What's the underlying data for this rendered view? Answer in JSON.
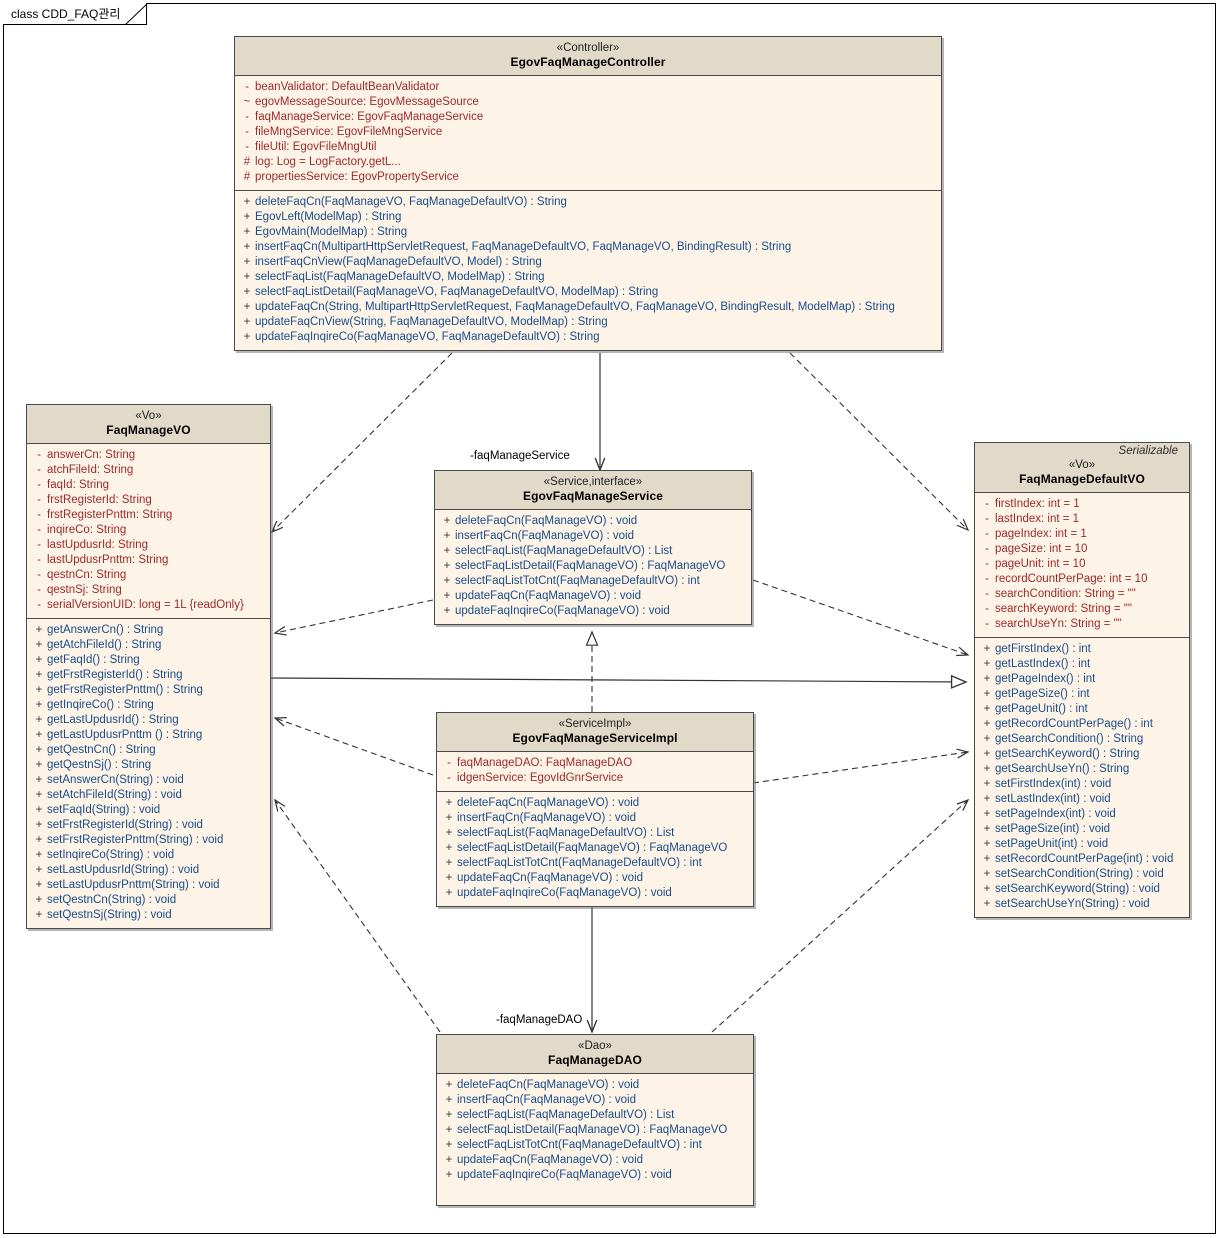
{
  "frame": {
    "label": "class CDD_FAQ관리"
  },
  "classes": {
    "controller": {
      "stereotype": "«Controller»",
      "name": "EgovFaqManageController",
      "attributes": [
        {
          "vis": "-",
          "text": "beanValidator:  DefaultBeanValidator"
        },
        {
          "vis": "~",
          "text": "egovMessageSource:  EgovMessageSource"
        },
        {
          "vis": "-",
          "text": "faqManageService:  EgovFaqManageService"
        },
        {
          "vis": "-",
          "text": "fileMngService:  EgovFileMngService"
        },
        {
          "vis": "-",
          "text": "fileUtil:  EgovFileMngUtil"
        },
        {
          "vis": "#",
          "text": "log:  Log = LogFactory.getL..."
        },
        {
          "vis": "#",
          "text": "propertiesService:  EgovPropertyService"
        }
      ],
      "operations": [
        {
          "vis": "+",
          "text": "deleteFaqCn(FaqManageVO, FaqManageDefaultVO) : String"
        },
        {
          "vis": "+",
          "text": "EgovLeft(ModelMap) : String"
        },
        {
          "vis": "+",
          "text": "EgovMain(ModelMap) : String"
        },
        {
          "vis": "+",
          "text": "insertFaqCn(MultipartHttpServletRequest, FaqManageDefaultVO, FaqManageVO, BindingResult) : String"
        },
        {
          "vis": "+",
          "text": "insertFaqCnView(FaqManageDefaultVO, Model) : String"
        },
        {
          "vis": "+",
          "text": "selectFaqList(FaqManageDefaultVO, ModelMap) : String"
        },
        {
          "vis": "+",
          "text": "selectFaqListDetail(FaqManageVO, FaqManageDefaultVO, ModelMap) : String"
        },
        {
          "vis": "+",
          "text": "updateFaqCn(String, MultipartHttpServletRequest, FaqManageDefaultVO, FaqManageVO, BindingResult, ModelMap) : String"
        },
        {
          "vis": "+",
          "text": "updateFaqCnView(String, FaqManageDefaultVO, ModelMap) : String"
        },
        {
          "vis": "+",
          "text": "updateFaqInqireCo(FaqManageVO, FaqManageDefaultVO) : String"
        }
      ]
    },
    "vo": {
      "stereotype": "«Vo»",
      "name": "FaqManageVO",
      "attributes": [
        {
          "vis": "-",
          "text": "answerCn:  String"
        },
        {
          "vis": "-",
          "text": "atchFileId:  String"
        },
        {
          "vis": "-",
          "text": "faqId:  String"
        },
        {
          "vis": "-",
          "text": "frstRegisterId:  String"
        },
        {
          "vis": "-",
          "text": "frstRegisterPnttm:  String"
        },
        {
          "vis": "-",
          "text": "inqireCo:  String"
        },
        {
          "vis": "-",
          "text": "lastUpdusrId:  String"
        },
        {
          "vis": "-",
          "text": "lastUpdusrPnttm:  String"
        },
        {
          "vis": "-",
          "text": "qestnCn:  String"
        },
        {
          "vis": "-",
          "text": "qestnSj:  String"
        },
        {
          "vis": "-",
          "text": "serialVersionUID:  long = 1L {readOnly}"
        }
      ],
      "operations": [
        {
          "vis": "+",
          "text": "getAnswerCn() : String"
        },
        {
          "vis": "+",
          "text": "getAtchFileId() : String"
        },
        {
          "vis": "+",
          "text": "getFaqId() : String"
        },
        {
          "vis": "+",
          "text": "getFrstRegisterId() : String"
        },
        {
          "vis": "+",
          "text": "getFrstRegisterPnttm() : String"
        },
        {
          "vis": "+",
          "text": "getInqireCo() : String"
        },
        {
          "vis": "+",
          "text": "getLastUpdusrId() : String"
        },
        {
          "vis": "+",
          "text": "getLastUpdusrPnttm () : String"
        },
        {
          "vis": "+",
          "text": "getQestnCn() : String"
        },
        {
          "vis": "+",
          "text": "getQestnSj() : String"
        },
        {
          "vis": "+",
          "text": "setAnswerCn(String) : void"
        },
        {
          "vis": "+",
          "text": "setAtchFileId(String) : void"
        },
        {
          "vis": "+",
          "text": "setFaqId(String) : void"
        },
        {
          "vis": "+",
          "text": "setFrstRegisterId(String) : void"
        },
        {
          "vis": "+",
          "text": "setFrstRegisterPnttm(String) : void"
        },
        {
          "vis": "+",
          "text": "setInqireCo(String) : void"
        },
        {
          "vis": "+",
          "text": "setLastUpdusrId(String) : void"
        },
        {
          "vis": "+",
          "text": "setLastUpdusrPnttm(String) : void"
        },
        {
          "vis": "+",
          "text": "setQestnCn(String) : void"
        },
        {
          "vis": "+",
          "text": "setQestnSj(String) : void"
        }
      ]
    },
    "service": {
      "stereotype": "«Service,interface»",
      "name": "EgovFaqManageService",
      "operations": [
        {
          "vis": "+",
          "text": "deleteFaqCn(FaqManageVO) : void"
        },
        {
          "vis": "+",
          "text": "insertFaqCn(FaqManageVO) : void"
        },
        {
          "vis": "+",
          "text": "selectFaqList(FaqManageDefaultVO) : List"
        },
        {
          "vis": "+",
          "text": "selectFaqListDetail(FaqManageVO) : FaqManageVO"
        },
        {
          "vis": "+",
          "text": "selectFaqListTotCnt(FaqManageDefaultVO) : int"
        },
        {
          "vis": "+",
          "text": "updateFaqCn(FaqManageVO) : void"
        },
        {
          "vis": "+",
          "text": "updateFaqInqireCo(FaqManageVO) : void"
        }
      ]
    },
    "serviceimpl": {
      "stereotype": "«ServiceImpl»",
      "name": "EgovFaqManageServiceImpl",
      "attributes": [
        {
          "vis": "-",
          "text": "faqManageDAO:  FaqManageDAO"
        },
        {
          "vis": "-",
          "text": "idgenService:  EgovIdGnrService"
        }
      ],
      "operations": [
        {
          "vis": "+",
          "text": "deleteFaqCn(FaqManageVO) : void"
        },
        {
          "vis": "+",
          "text": "insertFaqCn(FaqManageVO) : void"
        },
        {
          "vis": "+",
          "text": "selectFaqList(FaqManageDefaultVO) : List"
        },
        {
          "vis": "+",
          "text": "selectFaqListDetail(FaqManageVO) : FaqManageVO"
        },
        {
          "vis": "+",
          "text": "selectFaqListTotCnt(FaqManageDefaultVO) : int"
        },
        {
          "vis": "+",
          "text": "updateFaqCn(FaqManageVO) : void"
        },
        {
          "vis": "+",
          "text": "updateFaqInqireCo(FaqManageVO) : void"
        }
      ]
    },
    "dao": {
      "stereotype": "«Dao»",
      "name": "FaqManageDAO",
      "operations": [
        {
          "vis": "+",
          "text": "deleteFaqCn(FaqManageVO) : void"
        },
        {
          "vis": "+",
          "text": "insertFaqCn(FaqManageVO) : void"
        },
        {
          "vis": "+",
          "text": "selectFaqList(FaqManageDefaultVO) : List"
        },
        {
          "vis": "+",
          "text": "selectFaqListDetail(FaqManageVO) : FaqManageVO"
        },
        {
          "vis": "+",
          "text": "selectFaqListTotCnt(FaqManageDefaultVO) : int"
        },
        {
          "vis": "+",
          "text": "updateFaqCn(FaqManageVO) : void"
        },
        {
          "vis": "+",
          "text": "updateFaqInqireCo(FaqManageVO) : void"
        }
      ]
    },
    "defaultvo": {
      "tagline": "Serializable",
      "stereotype": "«Vo»",
      "name": "FaqManageDefaultVO",
      "attributes": [
        {
          "vis": "-",
          "text": "firstIndex:  int = 1"
        },
        {
          "vis": "-",
          "text": "lastIndex:  int = 1"
        },
        {
          "vis": "-",
          "text": "pageIndex:  int = 1"
        },
        {
          "vis": "-",
          "text": "pageSize:  int = 10"
        },
        {
          "vis": "-",
          "text": "pageUnit:  int = 10"
        },
        {
          "vis": "-",
          "text": "recordCountPerPage:  int = 10"
        },
        {
          "vis": "-",
          "text": "searchCondition:  String = \"\""
        },
        {
          "vis": "-",
          "text": "searchKeyword:  String = \"\""
        },
        {
          "vis": "-",
          "text": "searchUseYn:  String = \"\""
        }
      ],
      "operations": [
        {
          "vis": "+",
          "text": "getFirstIndex() : int"
        },
        {
          "vis": "+",
          "text": "getLastIndex() : int"
        },
        {
          "vis": "+",
          "text": "getPageIndex() : int"
        },
        {
          "vis": "+",
          "text": "getPageSize() : int"
        },
        {
          "vis": "+",
          "text": "getPageUnit() : int"
        },
        {
          "vis": "+",
          "text": "getRecordCountPerPage() : int"
        },
        {
          "vis": "+",
          "text": "getSearchCondition() : String"
        },
        {
          "vis": "+",
          "text": "getSearchKeyword() : String"
        },
        {
          "vis": "+",
          "text": "getSearchUseYn() : String"
        },
        {
          "vis": "+",
          "text": "setFirstIndex(int) : void"
        },
        {
          "vis": "+",
          "text": "setLastIndex(int) : void"
        },
        {
          "vis": "+",
          "text": "setPageIndex(int) : void"
        },
        {
          "vis": "+",
          "text": "setPageSize(int) : void"
        },
        {
          "vis": "+",
          "text": "setPageUnit(int) : void"
        },
        {
          "vis": "+",
          "text": "setRecordCountPerPage(int) : void"
        },
        {
          "vis": "+",
          "text": "setSearchCondition(String) : void"
        },
        {
          "vis": "+",
          "text": "setSearchKeyword(String) : void"
        },
        {
          "vis": "+",
          "text": "setSearchUseYn(String) : void"
        }
      ]
    }
  },
  "edges": {
    "faq_manage_service_label": "-faqManageService",
    "faq_manage_dao_label": "-faqManageDAO"
  }
}
